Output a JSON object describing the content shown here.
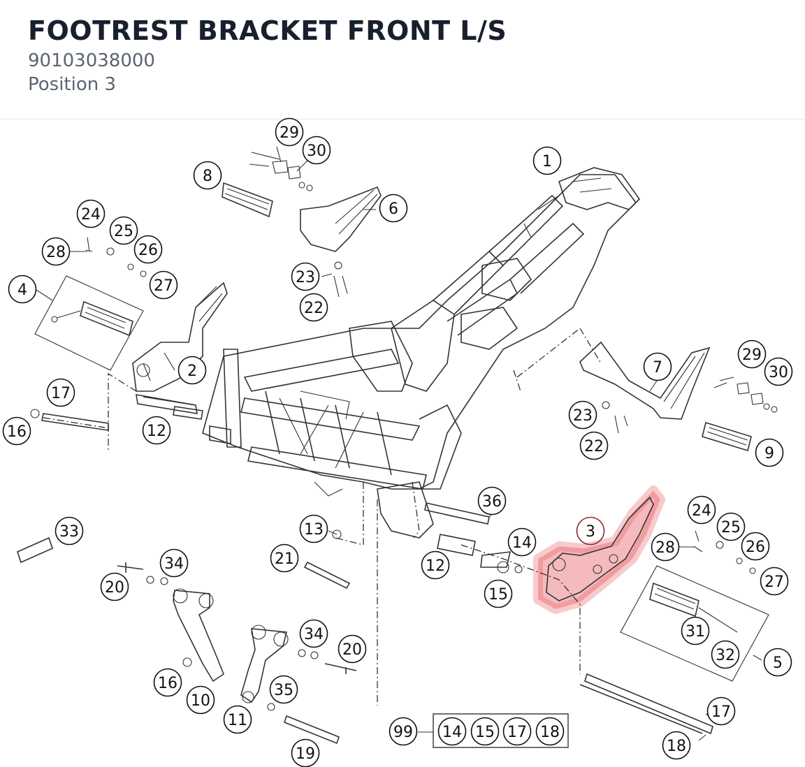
{
  "header": {
    "title": "FOOTREST BRACKET FRONT L/S",
    "part_number": "90103038000",
    "position": "Position 3"
  },
  "highlight": {
    "color": "#e8666a",
    "callout": "3"
  },
  "callouts": [
    {
      "id": "c29a",
      "label": "29"
    },
    {
      "id": "c30a",
      "label": "30"
    },
    {
      "id": "c1",
      "label": "1"
    },
    {
      "id": "c8",
      "label": "8"
    },
    {
      "id": "c6",
      "label": "6"
    },
    {
      "id": "c24a",
      "label": "24"
    },
    {
      "id": "c25a",
      "label": "25"
    },
    {
      "id": "c28a",
      "label": "28"
    },
    {
      "id": "c26a",
      "label": "26"
    },
    {
      "id": "c27a",
      "label": "27"
    },
    {
      "id": "c4",
      "label": "4"
    },
    {
      "id": "c23a",
      "label": "23"
    },
    {
      "id": "c22a",
      "label": "22"
    },
    {
      "id": "c2",
      "label": "2"
    },
    {
      "id": "c17a",
      "label": "17"
    },
    {
      "id": "c16a",
      "label": "16"
    },
    {
      "id": "c12a",
      "label": "12"
    },
    {
      "id": "c7",
      "label": "7"
    },
    {
      "id": "c29b",
      "label": "29"
    },
    {
      "id": "c30b",
      "label": "30"
    },
    {
      "id": "c23b",
      "label": "23"
    },
    {
      "id": "c22b",
      "label": "22"
    },
    {
      "id": "c9",
      "label": "9"
    },
    {
      "id": "c36",
      "label": "36"
    },
    {
      "id": "c33",
      "label": "33"
    },
    {
      "id": "c13",
      "label": "13"
    },
    {
      "id": "c3",
      "label": "3"
    },
    {
      "id": "c24b",
      "label": "24"
    },
    {
      "id": "c25b",
      "label": "25"
    },
    {
      "id": "c28b",
      "label": "28"
    },
    {
      "id": "c26b",
      "label": "26"
    },
    {
      "id": "c14a",
      "label": "14"
    },
    {
      "id": "c21",
      "label": "21"
    },
    {
      "id": "c12b",
      "label": "12"
    },
    {
      "id": "c34a",
      "label": "34"
    },
    {
      "id": "c20a",
      "label": "20"
    },
    {
      "id": "c15",
      "label": "15"
    },
    {
      "id": "c27b",
      "label": "27"
    },
    {
      "id": "c31",
      "label": "31"
    },
    {
      "id": "c32",
      "label": "32"
    },
    {
      "id": "c5",
      "label": "5"
    },
    {
      "id": "c34b",
      "label": "34"
    },
    {
      "id": "c20b",
      "label": "20"
    },
    {
      "id": "c16b",
      "label": "16"
    },
    {
      "id": "c10",
      "label": "10"
    },
    {
      "id": "c35",
      "label": "35"
    },
    {
      "id": "c11",
      "label": "11"
    },
    {
      "id": "c17b",
      "label": "17"
    },
    {
      "id": "c99",
      "label": "99"
    },
    {
      "id": "c14b",
      "label": "14"
    },
    {
      "id": "c15b",
      "label": "15"
    },
    {
      "id": "c17c",
      "label": "17"
    },
    {
      "id": "c18a",
      "label": "18"
    },
    {
      "id": "c19",
      "label": "19"
    },
    {
      "id": "c18b",
      "label": "18"
    }
  ]
}
